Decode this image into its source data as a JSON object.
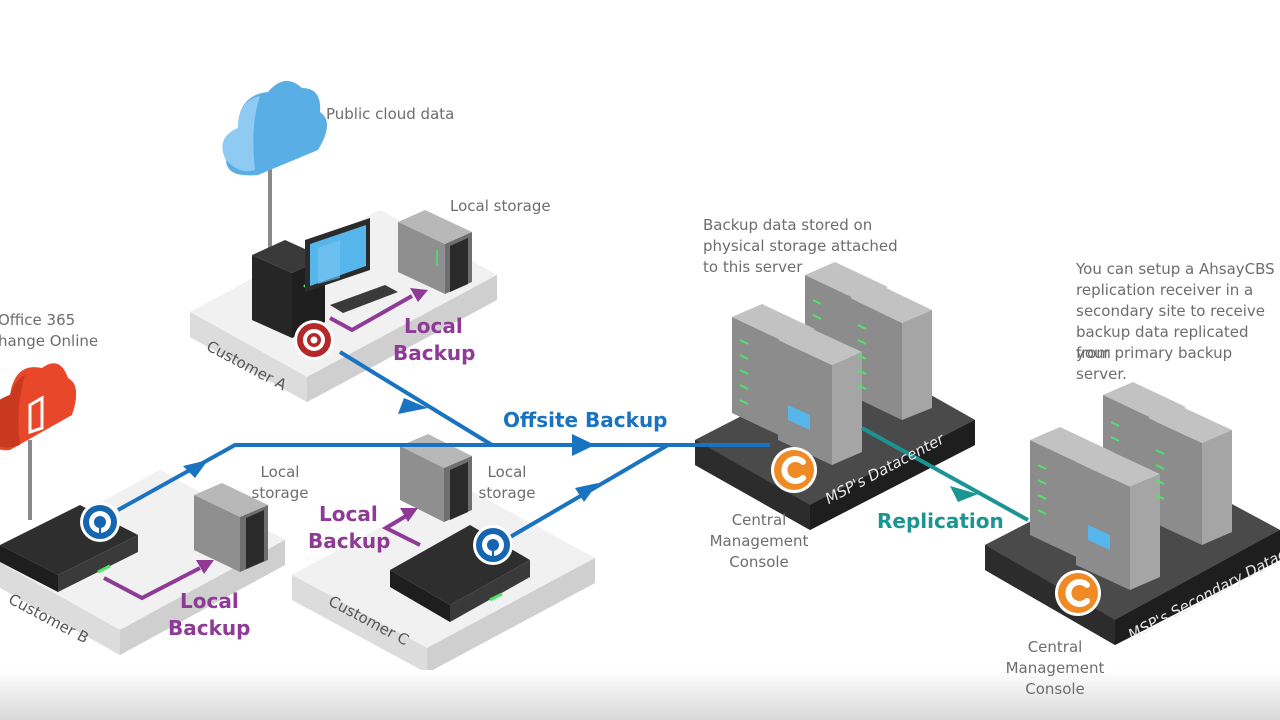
{
  "diagram": {
    "clouds": {
      "public_cloud": {
        "label": "Public cloud data",
        "color": "#5aaee6"
      },
      "office365": {
        "label_line1": "Office 365",
        "label_line2": "Exchange Online",
        "visible_line1": "Office 365",
        "visible_line2": "hange Online",
        "color": "#e8472a"
      }
    },
    "customers": [
      {
        "name": "Customer A",
        "storage_label": "Local storage",
        "backup_label_line1": "Local",
        "backup_label_line2": "Backup",
        "agent_icon": "ahsay-obm-icon"
      },
      {
        "name": "Customer B",
        "storage_label_line1": "Local",
        "storage_label_line2": "storage",
        "backup_label_line1": "Local",
        "backup_label_line2": "Backup",
        "agent_icon": "ahsay-acb-icon"
      },
      {
        "name": "Customer C",
        "storage_label_line1": "Local",
        "storage_label_line2": "storage",
        "backup_label_line1": "Local",
        "backup_label_line2": "Backup",
        "agent_icon": "ahsay-acb-icon"
      }
    ],
    "flows": {
      "offsite": "Offsite Backup",
      "replication": "Replication"
    },
    "primary_datacenter": {
      "name": "MSP's Datacenter",
      "note_lines": [
        "Backup data stored on",
        "physical storage attached",
        "to this server"
      ],
      "console_lines": [
        "Central",
        "Management",
        "Console"
      ]
    },
    "secondary_datacenter": {
      "name": "MSP's Secondary Datacent",
      "note_lines": [
        "You can setup a AhsayCBS",
        "replication receiver in a",
        "secondary site to receive",
        "backup data replicated from",
        "your primary backup server."
      ],
      "console_lines": [
        "Central",
        "Management",
        "Console"
      ]
    },
    "colors": {
      "offsite_arrow": "#1a73c0",
      "local_backup_arrow": "#8e3a96",
      "replication_arrow": "#1b9494",
      "console_badge": "#f08a24",
      "obm_badge": "#b5282a",
      "acb_badge": "#1565b0"
    }
  }
}
